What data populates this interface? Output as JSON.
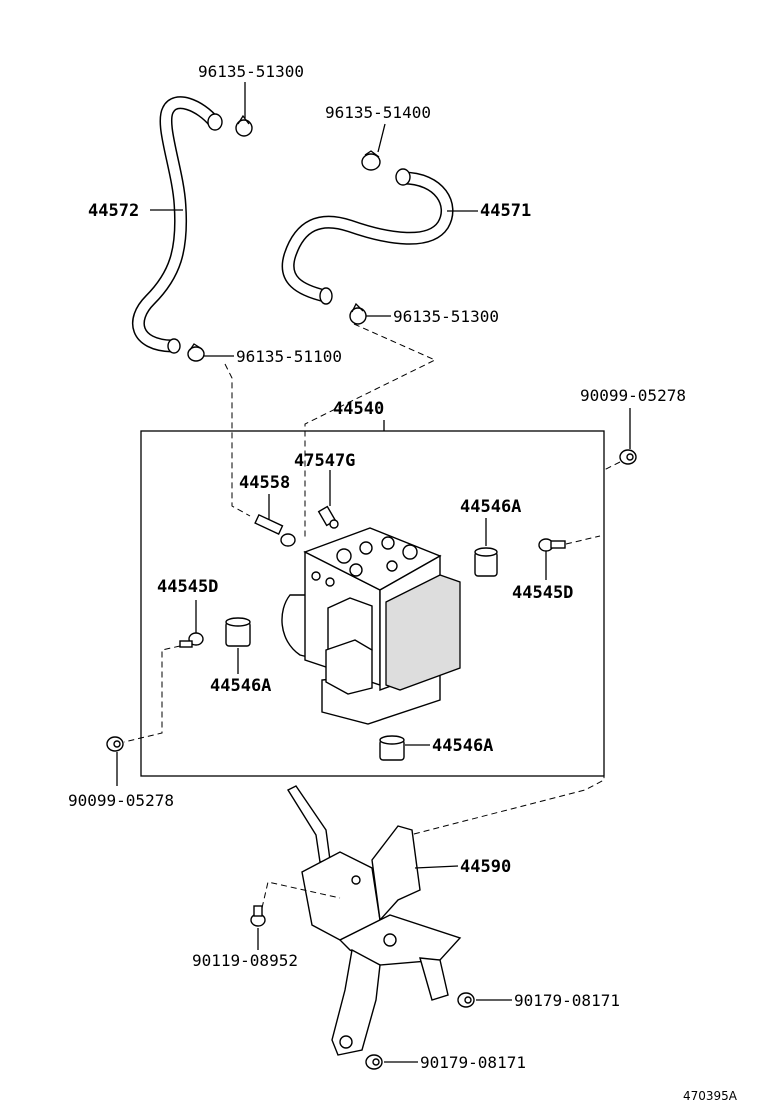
{
  "labels": {
    "clip_top": "96135-51300",
    "clip_mid": "96135-51400",
    "hose_left": "44572",
    "hose_right": "44571",
    "clip_right": "96135-51300",
    "clip_left": "96135-51100",
    "actuator_assy": "44540",
    "nut_top_right": "90099-05278",
    "sensor": "47547G",
    "union": "44558",
    "cushion_top": "44546A",
    "bolt_right": "44545D",
    "bolt_left": "44545D",
    "cushion_left": "44546A",
    "cushion_bottom": "44546A",
    "nut_bottom_left": "90099-05278",
    "bracket": "44590",
    "bolt_bracket": "90119-08952",
    "nut_bracket_1": "90179-08171",
    "nut_bracket_2": "90179-08171",
    "figure_code": "470395A"
  }
}
